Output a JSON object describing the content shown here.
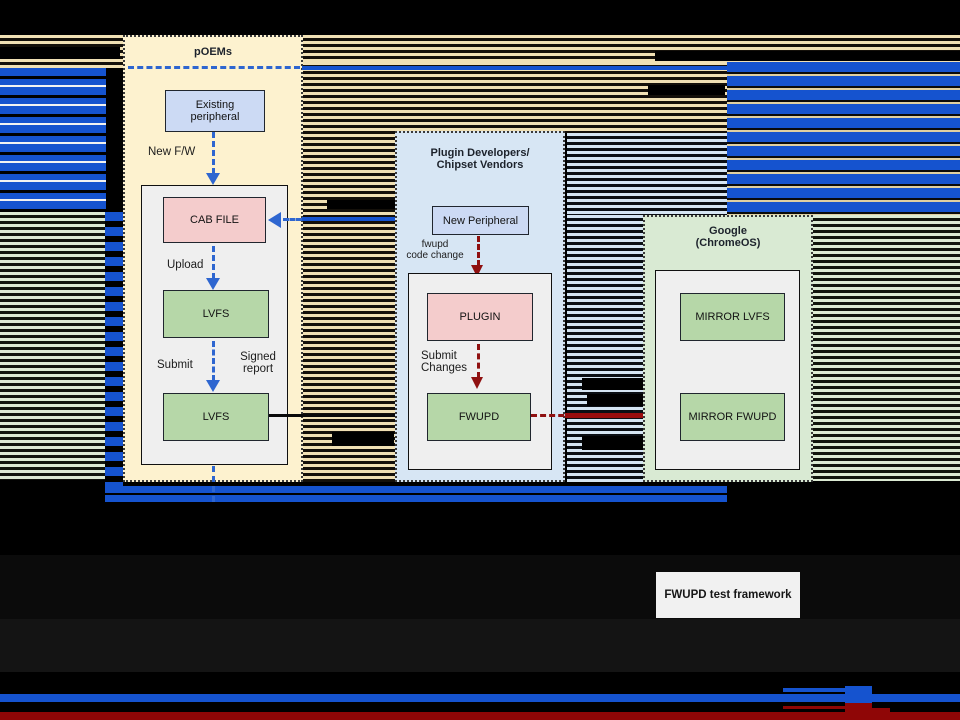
{
  "panels": {
    "poems": {
      "title": "pOEMs"
    },
    "plugin": {
      "title": "Plugin Developers/\nChipset Vendors"
    },
    "google": {
      "title": "Google\n(ChromeOS)"
    }
  },
  "nodes": {
    "existing_peripheral": "Existing\nperipheral",
    "cab_file": "CAB FILE",
    "lvfs_upload": "LVFS",
    "lvfs_submit": "LVFS",
    "new_peripheral": "New Peripheral",
    "plugin": "PLUGIN",
    "fwupd": "FWUPD",
    "mirror_lvfs": "MIRROR LVFS",
    "mirror_fwupd": "MIRROR FWUPD",
    "test_framework": "FWUPD test framework"
  },
  "edge_labels": {
    "new_fw": "New F/W",
    "upload": "Upload",
    "submit": "Submit",
    "signed_report": "Signed\nreport",
    "fwupd_code_change": "fwupd\ncode change",
    "submit_changes": "Submit\nChanges"
  },
  "colors": {
    "accent_blue": "#1553cf",
    "arrow_blue": "#2e66d0",
    "arrow_dark_red": "#8f1010",
    "bottom_band_red": "#8f0606",
    "panel_cream": "#fdf2cf",
    "panel_light_blue": "#d7e6f4",
    "panel_light_green": "#d9ead3",
    "node_blue": "#ccdaf4",
    "node_pink": "#f4cccc",
    "node_green": "#b6d7a8",
    "inner_gray": "#efefef"
  }
}
